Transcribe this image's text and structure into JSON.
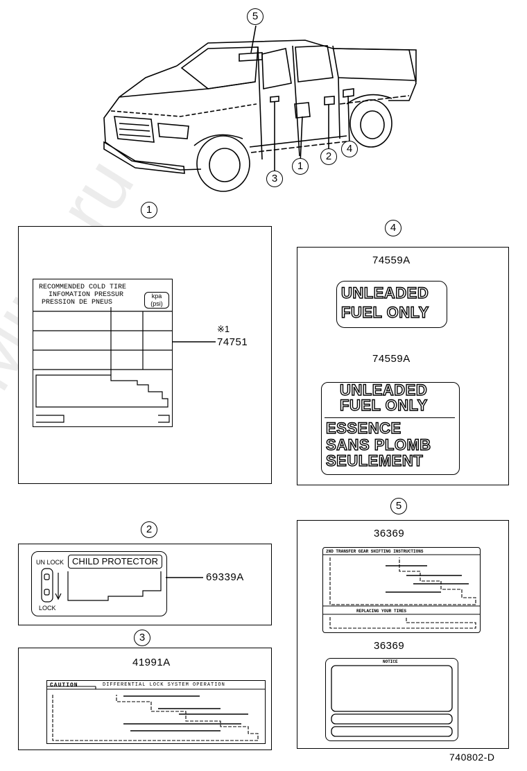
{
  "callouts": {
    "c1": "1",
    "c2": "2",
    "c3": "3",
    "c4": "4",
    "c5": "5"
  },
  "panel1": {
    "header": "1",
    "note": "※1",
    "part": "74751",
    "label_line1": "RECOMMENDED  COLD TIRE",
    "label_line2": "INFOMATION  PRESSUR",
    "label_line3": "PRESSION DE  PNEUS",
    "unit1": "kpa",
    "unit2": "(psi)"
  },
  "panel2": {
    "header": "2",
    "part": "69339A",
    "unlock": "UN LOCK",
    "lock": "LOCK",
    "title": "CHILD PROTECTOR"
  },
  "panel3": {
    "header": "3",
    "part": "41991A",
    "caution": "CAUTION",
    "title": "DIFFERENTIAL LOCK SYSTEM OPERATION"
  },
  "panel4": {
    "header": "4",
    "part_a": "74559A",
    "part_b": "74559A",
    "a_line1": "UNLEADED",
    "a_line2": "FUEL  ONLY",
    "b_line1": "UNLEADED",
    "b_line2": "FUEL ONLY",
    "b_line3": "ESSENCE",
    "b_line4": "SANS PLOMB",
    "b_line5": "SEULEMENT"
  },
  "panel5": {
    "header": "5",
    "part_a": "36369",
    "part_b": "36369",
    "a_title": "2ND TRANSFER GEAR SHIFTING INSTRUCTIONS",
    "a_sub": "REPLACING YOUR TIRES",
    "b_title": "NOTICE"
  },
  "watermark": "ToyotaCarMine.ru",
  "figure_code": "740802-D"
}
